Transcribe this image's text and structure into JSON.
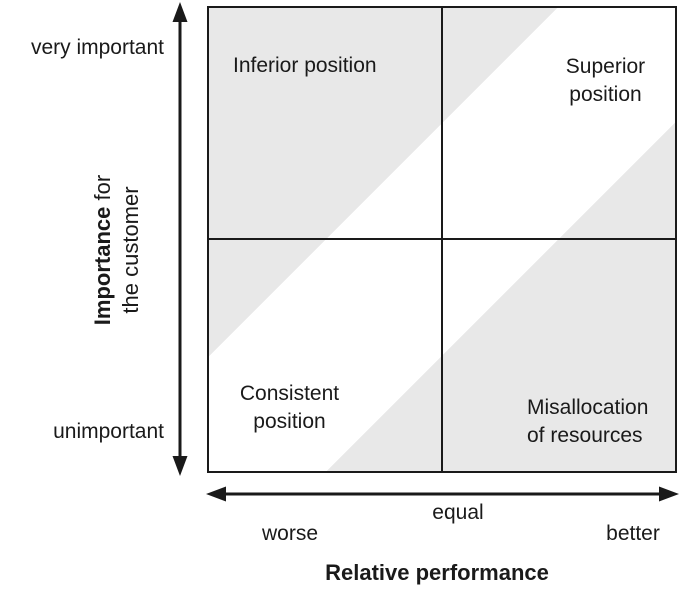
{
  "figure": {
    "type": "2x2-importance-performance-matrix"
  },
  "colors": {
    "shade_gray": "#e8e8e8",
    "line_black": "#1a1a1a",
    "background": "#ffffff"
  },
  "y_axis": {
    "title_bold": "Importance",
    "title_regular": " for",
    "title_line2": "the customer",
    "top_label": "very important",
    "bottom_label": "unimportant"
  },
  "x_axis": {
    "title": "Relative performance",
    "left_label": "worse",
    "center_label": "equal",
    "right_label": "better"
  },
  "quadrants": {
    "top_left": "Inferior position",
    "top_right": "Superior\nposition",
    "bottom_left": "Consistent\nposition",
    "bottom_right": "Misallocation\nof resources"
  }
}
